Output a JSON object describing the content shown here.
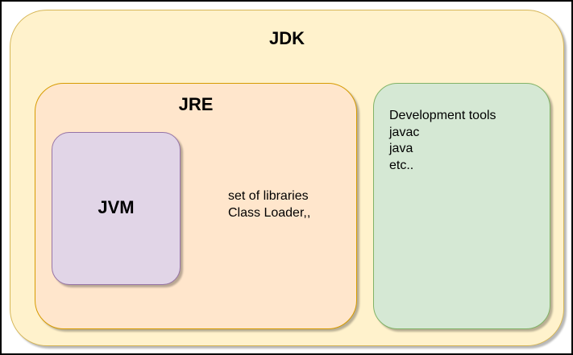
{
  "diagram": {
    "jdk": {
      "title": "JDK",
      "fill": "#fff2cc",
      "stroke": "#d6b656"
    },
    "jre": {
      "title": "JRE",
      "fill": "#ffe6cc",
      "stroke": "#d79b00",
      "contents": [
        "set of libraries",
        "Class Loader,,"
      ]
    },
    "jvm": {
      "title": "JVM",
      "fill": "#e1d5e7",
      "stroke": "#9673a6"
    },
    "tools": {
      "fill": "#d5e8d4",
      "stroke": "#82b366",
      "contents": [
        "Development tools",
        "javac",
        "java",
        "etc.."
      ]
    }
  }
}
